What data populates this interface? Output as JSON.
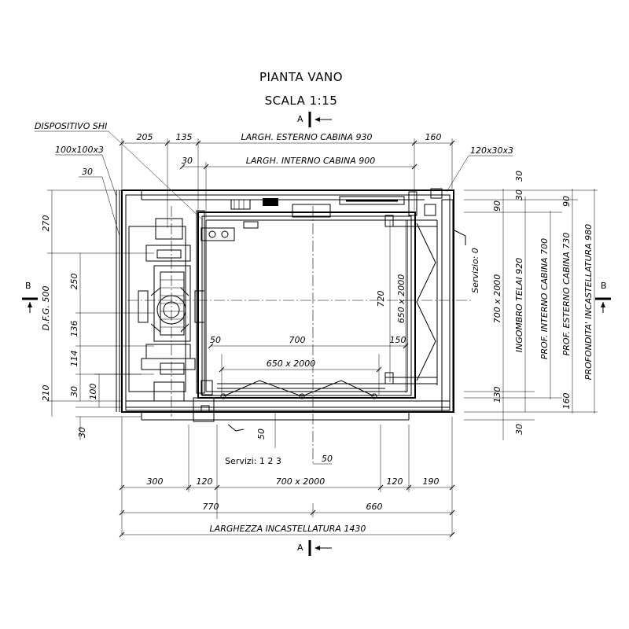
{
  "title": "PIANTA VANO",
  "scale": "SCALA 1:15",
  "section_labels": {
    "a_top": "A",
    "a_bottom": "A",
    "b_left": "B",
    "b_right": "B"
  },
  "labels": {
    "dispositivo": "DISPOSITIVO SHI",
    "angolare_sx": "100x100x3",
    "angolare_dx": "120x30x3",
    "largh_esterno": "LARGH. ESTERNO CABINA 930",
    "largh_interno": "LARGH. INTERNO CABINA 900",
    "servizio_0": "Servizio: 0",
    "servizi_123": "Servizi: 1 2 3",
    "dfg": "D.F.G. 500",
    "ingombro_telai": "INGOMBRO TELAI 920",
    "prof_interno": "PROF. INTERNO CABINA 700",
    "prof_esterno": "PROF. ESTERNO CABINA 730",
    "profondita": "PROFONDITA' INCASTELLATURA 980",
    "larghezza_incastellatura": "LARGHEZZA INCASTELLATURA 1430"
  },
  "dims": {
    "top_205": "205",
    "top_135": "135",
    "top_160": "160",
    "top_30a": "30",
    "left_30": "30",
    "right_30_top": "30",
    "right_30_b": "30",
    "right_90a": "90",
    "right_90b": "90",
    "left_270": "270",
    "left_250": "250",
    "left_136": "136",
    "left_114": "114",
    "left_210": "210",
    "left_30b": "30",
    "left_100": "100",
    "left_30c": "30",
    "in_700x2000_right": "700 x 2000",
    "in_650x2000_right": "650 x 2000",
    "in_700": "700",
    "in_150": "150",
    "in_50": "50",
    "in_720": "720",
    "in_650x2000": "650 x 2000",
    "right_130": "130",
    "right_160": "160",
    "right_30_bot": "30",
    "bot_50a": "50",
    "bot_50b": "50",
    "bot_300": "300",
    "bot_120a": "120",
    "bot_700x2000": "700 x 2000",
    "bot_120b": "120",
    "bot_190": "190",
    "bot_770": "770",
    "bot_660": "660"
  }
}
